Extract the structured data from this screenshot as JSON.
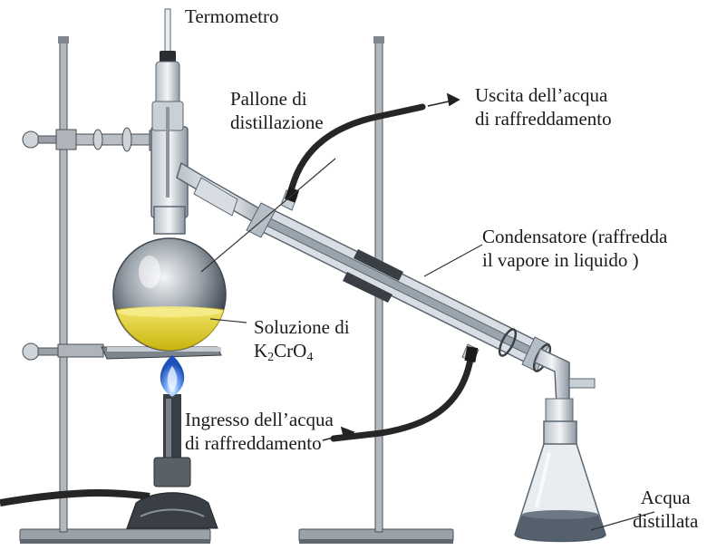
{
  "labels": {
    "thermometer": "Termometro",
    "flask_line1": "Pallone di",
    "flask_line2": "distillazione",
    "water_out_line1": "Uscita dell’acqua",
    "water_out_line2": "di raffreddamento",
    "condenser_line1": "Condensatore (raffredda",
    "condenser_line2": "il vapore in liquido )",
    "solution_line1": "Soluzione di",
    "solution_formula": {
      "k": "K",
      "k_sub": "2",
      "cr": "CrO",
      "o_sub": "4"
    },
    "water_in_line1": "Ingresso dell’acqua",
    "water_in_line2": "di raffreddamento",
    "distilled_line1": "Acqua",
    "distilled_line2": "distillata"
  },
  "colors": {
    "glass_stroke": "#5a6670",
    "glass_fill": "#e3e8ec",
    "metal": "#8d949b",
    "metal_dark": "#4a4f55",
    "hose": "#262626",
    "solution": "#e6d21c",
    "flame": "#2f6fd6",
    "distillate": "#44505c"
  }
}
